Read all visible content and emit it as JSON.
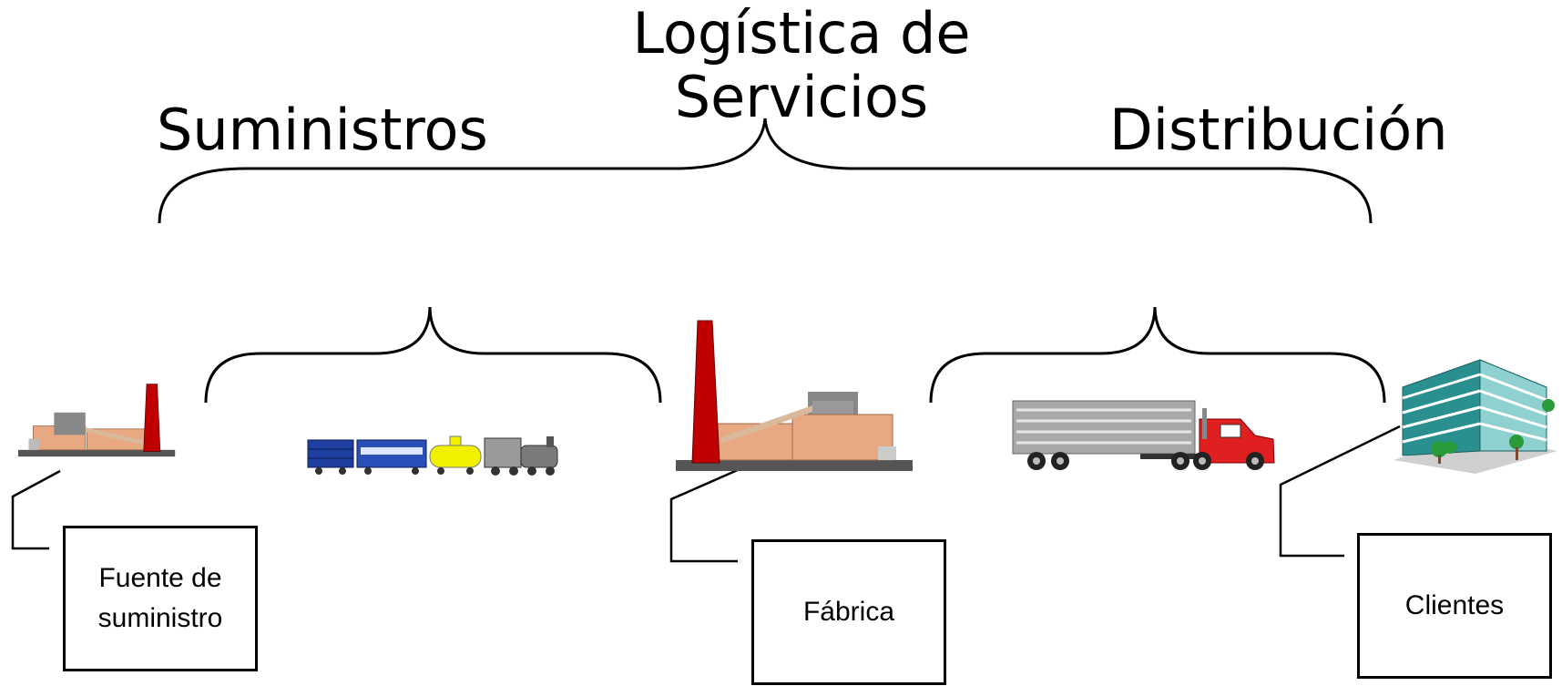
{
  "diagram": {
    "main_title_line1": "Logística de",
    "main_title_line2": "Servicios",
    "left_title": "Suministros",
    "right_title": "Distribución",
    "labels": {
      "source": "Fuente de suministro",
      "factory": "Fábrica",
      "clients": "Clientes"
    },
    "icons": [
      "factory-icon",
      "train-icon",
      "factory-icon",
      "truck-icon",
      "office-building-icon"
    ],
    "colors": {
      "chimney": "#c00000",
      "factory_body": "#e8a882",
      "train_blue": "#1f3fa0",
      "train_yellow": "#f2f200",
      "truck_cab": "#e02020",
      "trailer": "#a8a8a8",
      "building_glass": "#2a8f8f"
    }
  }
}
